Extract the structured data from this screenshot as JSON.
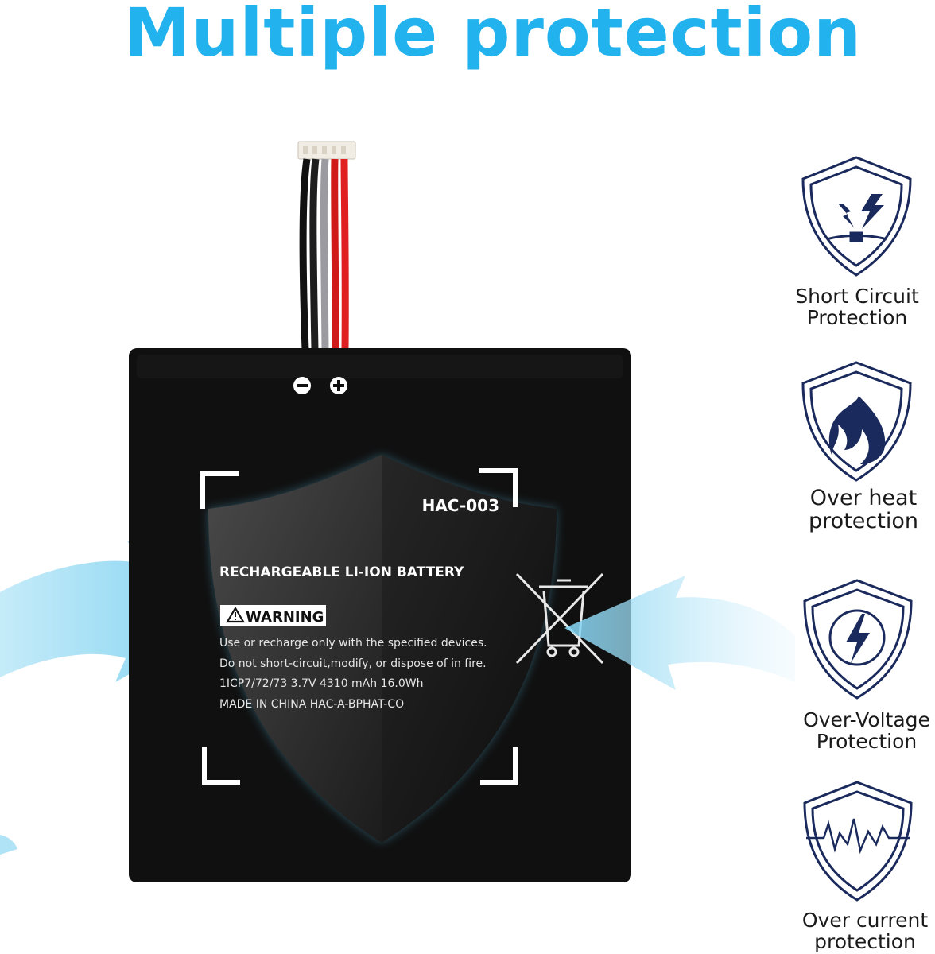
{
  "headline": "Multiple protection",
  "battery": {
    "model": "HAC-003",
    "title": "RECHARGEABLE LI-ION BATTERY",
    "warning": "WARNING",
    "line1": "Use or recharge only with the specified devices.",
    "line2": "Do not short-circuit,modify, or dispose of in fire.",
    "line3": "1ICP7/72/73   3.7V 4310 mAh 16.0Wh",
    "line4": "MADE IN CHINA   HAC-A-BPHAT-CO"
  },
  "features": [
    {
      "icon": "lightning-shield-icon",
      "line1": "Short Circuit",
      "line2": "Protection"
    },
    {
      "icon": "flame-shield-icon",
      "line1": "Over heat",
      "line2": "protection"
    },
    {
      "icon": "voltage-shield-icon",
      "line1": "Over-Voltage",
      "line2": "Protection"
    },
    {
      "icon": "heartbeat-shield-icon",
      "line1": "Over current",
      "line2": "protection"
    }
  ],
  "colors": {
    "headline": "#22b3ee",
    "battery": "#111111",
    "icon": "#1b2a5c",
    "arrow": "#8fd8f3"
  }
}
